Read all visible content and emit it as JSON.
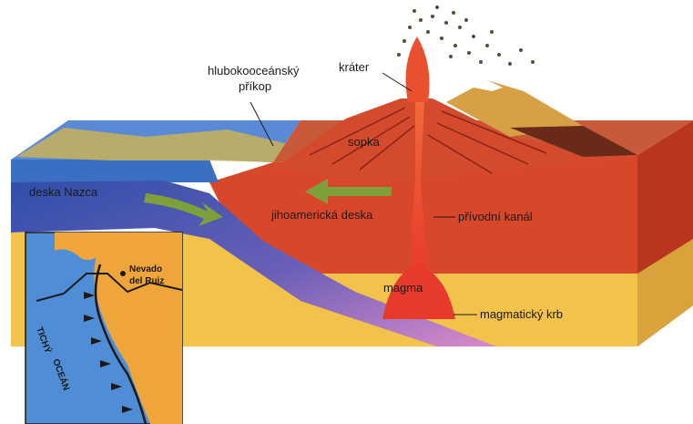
{
  "labels": {
    "trench_line1": "hlubokooceánský",
    "trench_line2": "příkop",
    "crater": "kráter",
    "volcano": "sopka",
    "nazca_plate": "deska Nazca",
    "south_american_plate": "jihoamerická deska",
    "conduit": "přívodní kanál",
    "magma": "magma",
    "magma_chamber": "magmatický krb"
  },
  "inset_map": {
    "place_line1": "Nevado",
    "place_line2": "del Ruiz",
    "ocean_line1": "TICHÝ",
    "ocean_line2": "OCEÁN"
  },
  "colors": {
    "ocean_surface": "#3b6fc2",
    "nazca_plate": "#2f4fa8",
    "crust": "#d9472a",
    "mantle": "#f2c24a",
    "magma": "#ea3b2a",
    "arrow_green": "#7ea03a",
    "map_ocean": "#4f8ed6",
    "map_land": "#f0a53a"
  }
}
